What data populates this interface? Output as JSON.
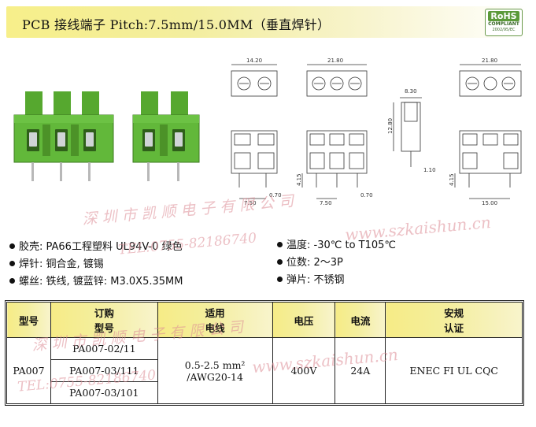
{
  "header": {
    "title": "PCB 接线端子 Pitch:7.5mm/15.0MM（垂直焊针）",
    "rohs": {
      "mark": "RoHS",
      "status": "COMPLIANT",
      "code": "2002/95/EC"
    }
  },
  "drawings": {
    "dims": {
      "width_2p": "14.20",
      "width_3p": "21.80",
      "width_3p_b": "21.80",
      "depth": "8.30",
      "height": "12.80",
      "pin_len_side": "1.10",
      "pin_len": "4.15",
      "pin_len_b": "4.15",
      "pitch": "7.50",
      "pitch_3p": "7.50",
      "pitch_15": "15.00",
      "pin_dia": "0.70",
      "pin_dia_b": "0.70"
    }
  },
  "watermarks": {
    "company": "深 圳 市 凯 顺 电 子 有 限 公 司",
    "company_2": "深 圳 市 凯 顺 电 子 有 限 公 司",
    "phone": "TEL:0755-82186740",
    "phone_2": "TEL:0755-82186740",
    "website": "www.szkaishun.cn",
    "website_2": "www.szkaishun.cn"
  },
  "specs": {
    "left": [
      "胶壳: PA66工程塑料 UL94V-0 绿色",
      "焊针: 铜合金, 镀锡",
      "螺丝: 铁线, 镀蓝锌: M3.0X5.35MM"
    ],
    "right": [
      "温度: -30℃ to T105℃",
      "位数: 2～3P",
      "弹片: 不锈钢"
    ]
  },
  "table": {
    "headers": {
      "model": "型号",
      "order_1": "订购",
      "order_2": "型号",
      "wire_1": "适用",
      "wire_2": "电线",
      "voltage": "电压",
      "current": "电流",
      "cert_1": "安规",
      "cert_2": "认证"
    },
    "model": "PA007",
    "order_models": [
      "PA007-02/11",
      "PA007-03/111",
      "PA007-03/101"
    ],
    "wire_1": "0.5-2.5 mm²",
    "wire_2": "/AWG20-14",
    "voltage": "400V",
    "current": "24A",
    "certification": "ENEC FI UL CQC"
  },
  "colors": {
    "title_gradient_start": "#f7ef8a",
    "housing_green": "#5fb534",
    "watermark": "#dc8c96"
  }
}
